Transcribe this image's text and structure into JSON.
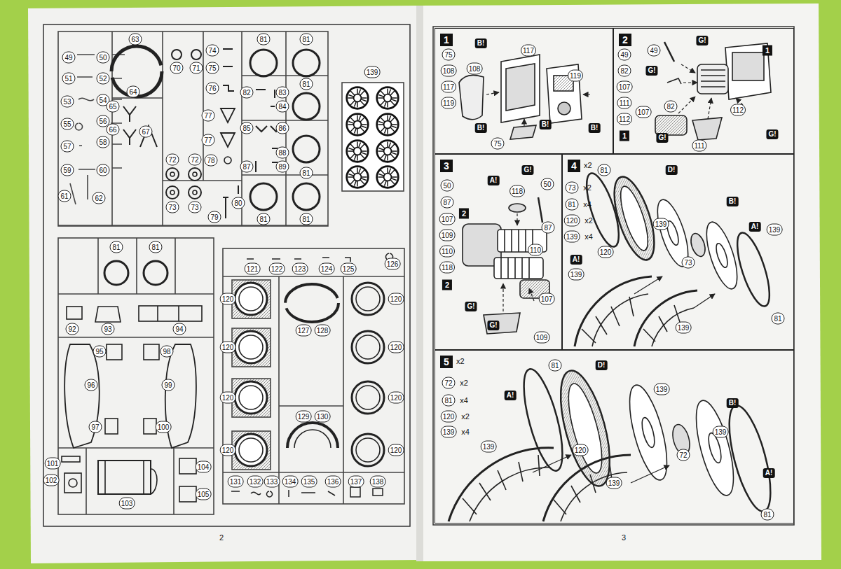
{
  "diagram": {
    "nodes": [
      {
        "text": [
          "1"
        ]
      },
      {
        "text": [
          "2"
        ]
      },
      {
        "text": [
          "3"
        ]
      },
      {
        "text": [
          "4",
          "x2"
        ]
      },
      {
        "text": [
          "5",
          "x2"
        ]
      }
    ],
    "labels": [
      "49",
      "50",
      "51",
      "52",
      "53",
      "54",
      "55",
      "56",
      "57",
      "58",
      "59",
      "60",
      "61",
      "62",
      "63",
      "64",
      "65",
      "66",
      "67",
      "70",
      "71",
      "74",
      "75",
      "76",
      "77",
      "77",
      "78",
      "72",
      "72",
      "73",
      "73",
      "79",
      "80",
      "81",
      "81",
      "81",
      "81",
      "81",
      "81",
      "82",
      "83",
      "84",
      "85",
      "86",
      "87",
      "88",
      "89",
      "139",
      "81",
      "81",
      "92",
      "93",
      "94",
      "95",
      "96",
      "97",
      "98",
      "99",
      "100",
      "101",
      "102",
      "103",
      "104",
      "105",
      "121",
      "122",
      "123",
      "124",
      "125",
      "126",
      "120",
      "120",
      "120",
      "120",
      "120",
      "120",
      "120",
      "120",
      "127",
      "128",
      "129",
      "130",
      "131",
      "132",
      "133",
      "134",
      "135",
      "136",
      "137",
      "138",
      "2",
      "75",
      "108",
      "117",
      "119",
      "117",
      "108",
      "119",
      "75",
      "B!",
      "B!",
      "B!",
      "B!",
      "49",
      "82",
      "107",
      "111",
      "112",
      "1",
      "1",
      "49",
      "82",
      "107",
      "111",
      "112",
      "G!",
      "G!",
      "G!",
      "G!",
      "50",
      "87",
      "107",
      "109",
      "110",
      "118",
      "2",
      "2",
      "118",
      "50",
      "87",
      "110",
      "107",
      "109",
      "A!",
      "G!",
      "G!",
      "G!",
      "81",
      "73",
      "x2",
      "81",
      "x4",
      "120",
      "x2",
      "139",
      "x4",
      "D!",
      "B!",
      "A!",
      "A!",
      "139",
      "139",
      "120",
      "73",
      "81",
      "139",
      "139",
      "72",
      "x2",
      "81",
      "x4",
      "120",
      "x2",
      "139",
      "x4",
      "81",
      "D!",
      "A!",
      "139",
      "B!",
      "139",
      "139",
      "120",
      "72",
      "139",
      "A!",
      "81",
      "3"
    ]
  }
}
